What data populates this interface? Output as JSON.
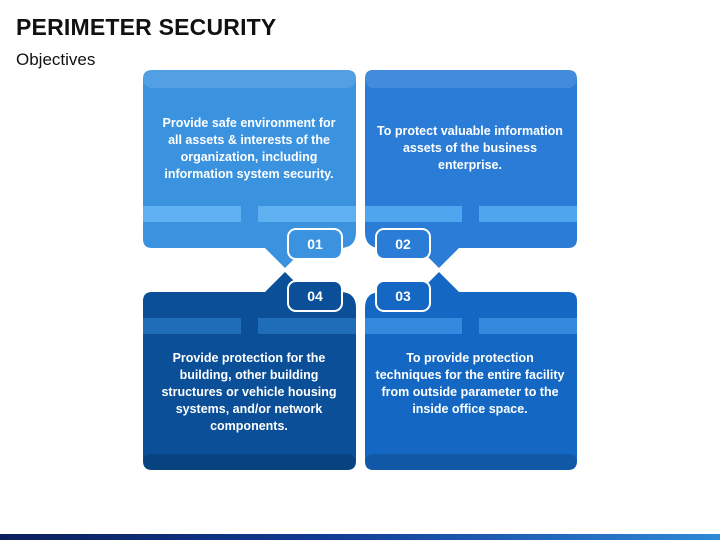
{
  "header": {
    "title": "PERIMETER SECURITY",
    "subtitle": "Objectives"
  },
  "colors": {
    "card_01": "#3b93e0",
    "card_02": "#2a7cd6",
    "card_03": "#1468c4",
    "card_04": "#0a4f98"
  },
  "objectives": [
    {
      "number": "01",
      "text": "Provide safe environment for all assets & interests of the organization, including information system security."
    },
    {
      "number": "02",
      "text": "To protect valuable information assets of the business enterprise."
    },
    {
      "number": "03",
      "text": "To provide protection techniques for the entire facility from outside parameter to the inside office space."
    },
    {
      "number": "04",
      "text": "Provide protection for the building, other building structures or vehicle housing systems, and/or network components."
    }
  ]
}
